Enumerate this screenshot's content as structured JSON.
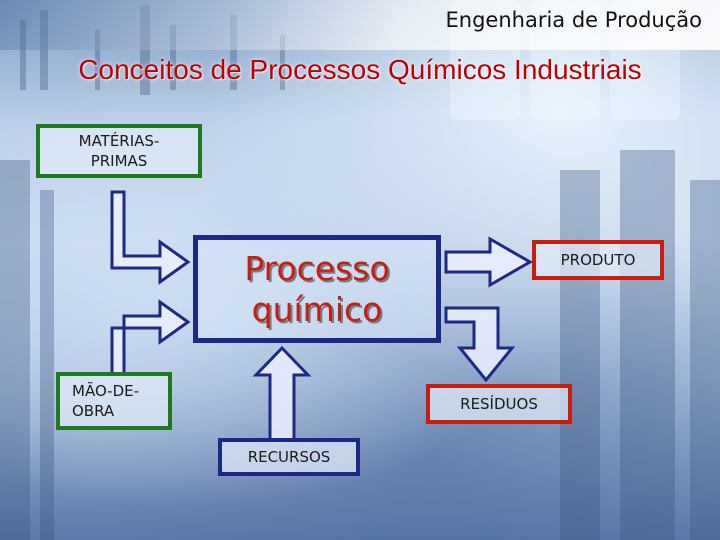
{
  "header": {
    "subject": "Engenharia de Produção",
    "title": "Conceitos de Processos Químicos Industriais"
  },
  "diagram": {
    "process": {
      "line1": "Processo",
      "line2": "químico"
    },
    "inputs": {
      "materias_primas": {
        "line1": "MATÉRIAS-",
        "line2": "PRIMAS"
      },
      "mao_de_obra": {
        "line1": "MÃO-DE-",
        "line2": "OBRA"
      },
      "recursos": "RECURSOS"
    },
    "outputs": {
      "produto": "PRODUTO",
      "residuos": "RESÍDUOS"
    }
  },
  "colors": {
    "title": "#c00000",
    "input_border": "#1e7a1e",
    "output_border": "#c81e10",
    "process_border": "#1c2a86",
    "arrow_fill": "#1c2a86"
  }
}
